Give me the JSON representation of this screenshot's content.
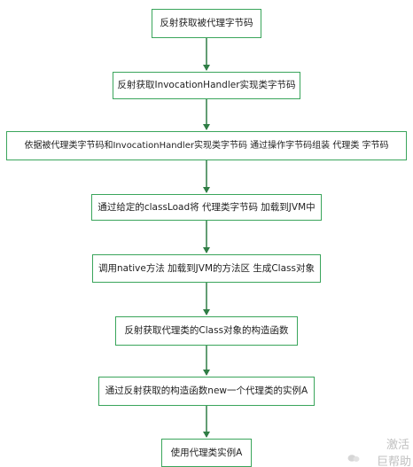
{
  "flowchart": {
    "steps": [
      "反射获取被代理字节码",
      "反射获取InvocationHandler实现类字节码",
      "依据被代理类字节码和InvocationHandler实现类字节码 通过操作字节码组装 代理类 字节码",
      "通过给定的classLoad将 代理类字节码 加载到JVM中",
      "调用native方法 加载到JVM的方法区 生成Class对象",
      "反射获取代理类的Class对象的构造函数",
      "通过反射获取的构造函数new一个代理类的实例A",
      "使用代理类实例A"
    ]
  },
  "watermark": {
    "line1": "激活",
    "line2": "巨帮助"
  },
  "colors": {
    "box_border": "#3aa55b",
    "arrow": "#2f7d45",
    "text": "#1f1f1f"
  }
}
